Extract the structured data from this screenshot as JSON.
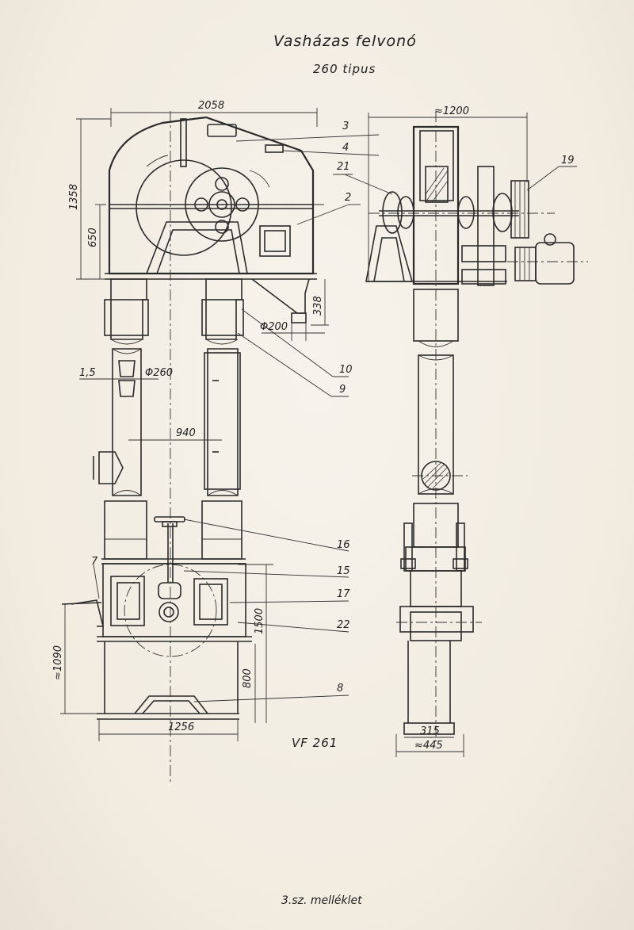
{
  "title": "Vasházas felvonó",
  "subtitle": "260 tipus",
  "drawing_code": "VF 261",
  "footer": "3.sz. melléklet",
  "dimensions": {
    "overall_width": "2058",
    "overall_height": "1358",
    "drum_height": "650",
    "outlet_offset": "338",
    "outlet_diameter": "Φ200",
    "wall_thickness": "1,5",
    "pipe_diameter": "Φ260",
    "axis_distance": "940",
    "boot_height": "1500",
    "foot_height": "800",
    "inlet_height": "≈1090",
    "base_width": "1256",
    "side_width": "≈1200",
    "side_base_inner": "315",
    "side_base_outer": "≈445"
  },
  "part_labels": {
    "p3": "3",
    "p4": "4",
    "p21": "21",
    "p2": "2",
    "p19": "19",
    "p10": "10",
    "p9": "9",
    "p16": "16",
    "p15": "15",
    "p17": "17",
    "p22": "22",
    "p7": "7",
    "p8": "8"
  }
}
